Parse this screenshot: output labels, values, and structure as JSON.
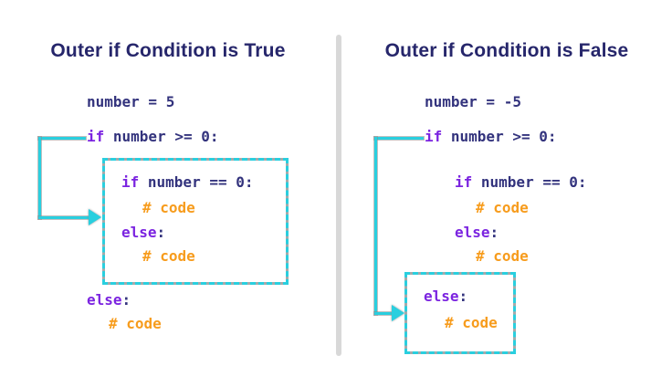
{
  "colors": {
    "title": "#26266B",
    "code": "#33337D",
    "keyword": "#7B24E0",
    "comment": "#F79C1D",
    "accent": "#29CFDF",
    "accent-outline": "#A9A9A9",
    "divider": "#D8D8D8",
    "background": "#FFFFFF"
  },
  "left": {
    "title": "Outer if Condition is True",
    "assignment": "number = 5",
    "outer_if": {
      "keyword": "if",
      "condition": " number >= 0:"
    },
    "inner_block": {
      "inner_if": {
        "keyword": "if",
        "condition": " number == 0:"
      },
      "inner_if_code": "# code",
      "inner_else": {
        "keyword": "else",
        "colon": ":"
      },
      "inner_else_code": "# code"
    },
    "outer_else": {
      "keyword": "else",
      "colon": ":"
    },
    "outer_else_code": "# code"
  },
  "right": {
    "title": "Outer if Condition is False",
    "assignment": "number = -5",
    "outer_if": {
      "keyword": "if",
      "condition": " number >= 0:"
    },
    "inner_if": {
      "keyword": "if",
      "condition": " number == 0:"
    },
    "inner_if_code": "# code",
    "inner_else": {
      "keyword": "else",
      "colon": ":"
    },
    "inner_else_code": "# code",
    "outer_else_block": {
      "outer_else": {
        "keyword": "else",
        "colon": ":"
      },
      "outer_else_code": "# code"
    }
  }
}
